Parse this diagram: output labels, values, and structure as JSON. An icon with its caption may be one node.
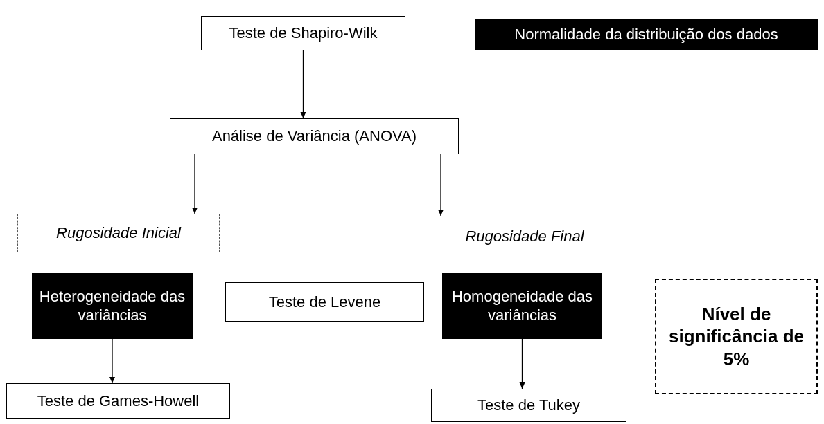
{
  "diagram": {
    "nodes": [
      {
        "text": [
          "Teste de Shapiro-Wilk"
        ]
      },
      {
        "text": [
          "Normalidade da distribuição dos dados"
        ]
      },
      {
        "text": [
          "Análise de Variância (ANOVA)"
        ]
      },
      {
        "text": [
          "Rugosidade Inicial"
        ]
      },
      {
        "text": [
          "Rugosidade Final"
        ]
      },
      {
        "text": [
          "Heterogeneidade das variâncias"
        ]
      },
      {
        "text": [
          "Teste de Levene"
        ]
      },
      {
        "text": [
          "Homogeneidade das variâncias"
        ]
      },
      {
        "text": [
          "Nível de significância de 5%"
        ]
      },
      {
        "text": [
          "Teste de Games-Howell"
        ]
      },
      {
        "text": [
          "Teste de Tukey"
        ]
      }
    ],
    "edges": [
      {
        "from": 0,
        "to": 2,
        "arrow": "to"
      },
      {
        "from": 2,
        "to": 3,
        "arrow": "to"
      },
      {
        "from": 2,
        "to": 4,
        "arrow": "to"
      },
      {
        "from": 5,
        "to": 9,
        "arrow": "to"
      },
      {
        "from": 7,
        "to": 10,
        "arrow": "to"
      }
    ]
  }
}
